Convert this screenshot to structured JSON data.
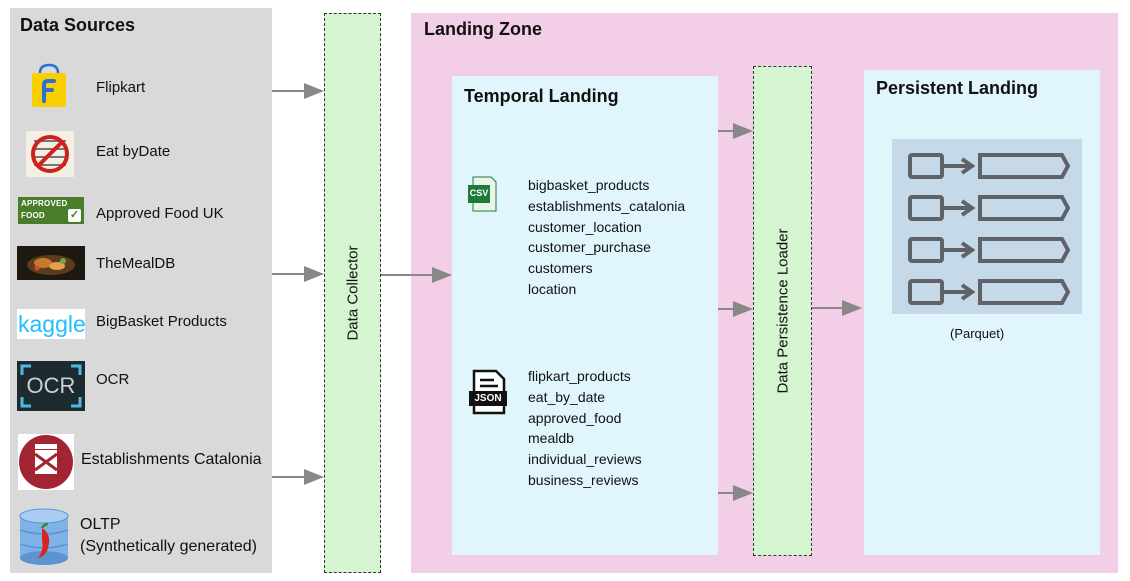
{
  "sources": {
    "title": "Data Sources",
    "items": [
      {
        "label": "Flipkart",
        "icon": "flipkart-logo"
      },
      {
        "label": "Eat byDate",
        "icon": "eat-by-date-logo"
      },
      {
        "label": "Approved Food UK",
        "icon": "approved-food-logo",
        "logo_text": "APPROVED FOOD"
      },
      {
        "label": "TheMealDB",
        "icon": "meal-photo"
      },
      {
        "label": "BigBasket Products",
        "icon": "kaggle-logo",
        "logo_text": "kaggle"
      },
      {
        "label": "OCR",
        "icon": "ocr-icon",
        "logo_text": "OCR"
      },
      {
        "label": "Establishments Catalonia",
        "icon": "catalonia-seal"
      },
      {
        "label": "OLTP",
        "label2": "(Synthetically generated)",
        "icon": "database-icon"
      }
    ]
  },
  "collector": {
    "label": "Data Collector"
  },
  "landing_zone": {
    "title": "Landing Zone",
    "temporal": {
      "title": "Temporal Landing",
      "csv_icon_text": "CSV",
      "json_icon_text": "JSON",
      "csv_files": [
        "bigbasket_products",
        "establishments_catalonia",
        "customer_location",
        "customer_purchase",
        "customers",
        "location"
      ],
      "json_files": [
        "flipkart_products",
        "eat_by_date",
        "approved_food",
        "mealdb",
        "individual_reviews",
        "business_reviews"
      ]
    },
    "loader": {
      "label": "Data Persistence Loader"
    },
    "persistent": {
      "title": "Persistent Landing",
      "caption": "(Parquet)"
    }
  },
  "colors": {
    "sources_bg": "#d9d9d9",
    "collector_bg": "#d4f5d0",
    "landing_bg": "#f2cfe6",
    "box_bg": "#e0f6fc",
    "arrow": "#888888"
  }
}
